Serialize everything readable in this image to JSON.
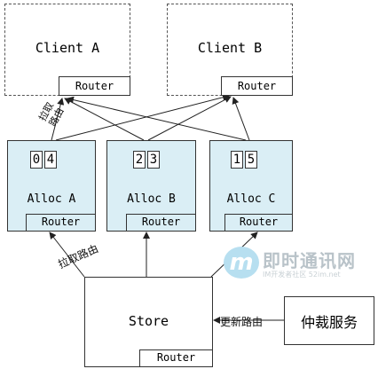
{
  "clients": [
    {
      "name": "Client A",
      "router": "Router"
    },
    {
      "name": "Client B",
      "router": "Router"
    }
  ],
  "allocs": [
    {
      "name": "Alloc A",
      "router": "Router",
      "cells": [
        "0",
        "4"
      ]
    },
    {
      "name": "Alloc B",
      "router": "Router",
      "cells": [
        "2",
        "3"
      ]
    },
    {
      "name": "Alloc C",
      "router": "Router",
      "cells": [
        "1",
        "5"
      ]
    }
  ],
  "store": {
    "name": "Store",
    "router": "Router"
  },
  "arbiter": {
    "name": "仲裁服务"
  },
  "edge_labels": {
    "pull_route_top": "拉取\n路由",
    "pull_route_store": "拉取路由",
    "update_route": "更新路由"
  },
  "watermark": {
    "logo": "m",
    "title": "即时通讯网",
    "subtitle": "IM开发者社区 52im.net"
  },
  "colors": {
    "alloc_fill": "#daeef5",
    "border": "#333333",
    "arrow": "#222222"
  }
}
